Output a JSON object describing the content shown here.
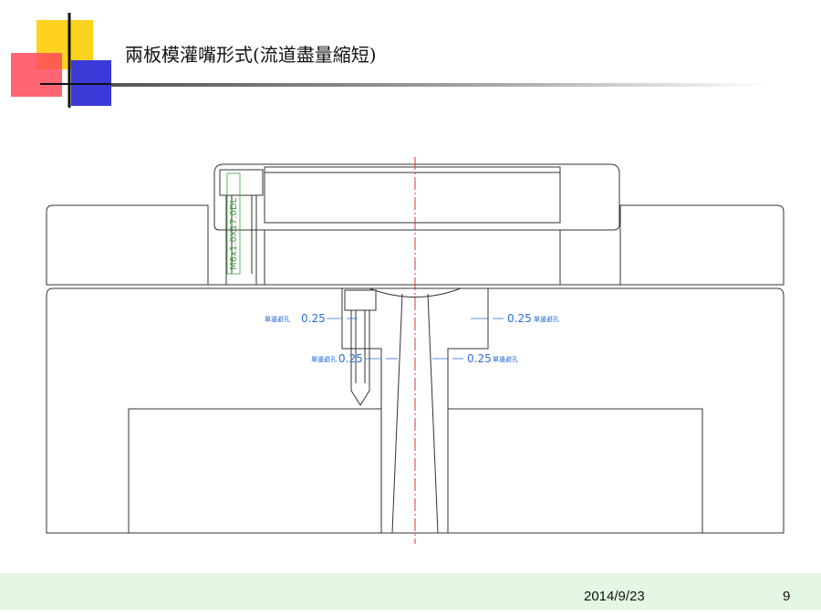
{
  "slide": {
    "title": "兩板模灌嘴形式(流道盡量縮短)",
    "footer_date": "2014/9/23",
    "page_number": "9"
  },
  "drawing": {
    "screw_label": "M6x1.0X17.0DL",
    "annotations": [
      {
        "note": "單邊避孔",
        "value": "0.25"
      },
      {
        "note": "單邊避孔",
        "value": "0.25"
      },
      {
        "note": "單邊避孔",
        "value": "0.25"
      },
      {
        "note": "單邊避孔",
        "value": "0.25"
      }
    ]
  },
  "colors": {
    "outline": "#333333",
    "centerline": "#e03030",
    "dimension": "#2a6fdb",
    "screw_label": "#3aa13a",
    "footer_band": "#e4f7e4",
    "deco_yellow": "#ffd21f",
    "deco_red": "#ff4a5a",
    "deco_blue": "#3a3ad8"
  }
}
